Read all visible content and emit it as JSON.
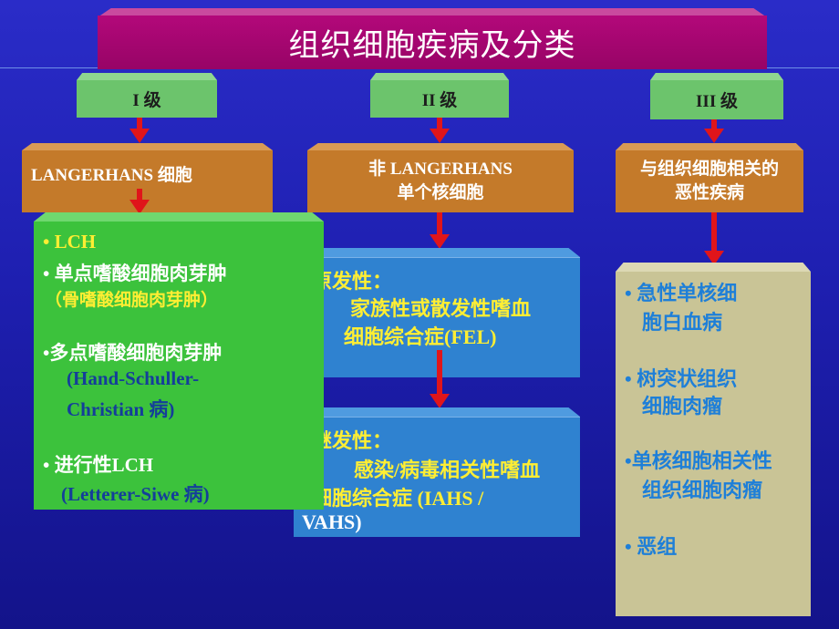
{
  "title": "组织细胞疾病及分类",
  "levels": [
    "I  级",
    "II  级",
    "III  级"
  ],
  "categories": [
    "LANGERHANS 细胞",
    "非 LANGERHANS",
    "单个核细胞",
    "与组织细胞相关的",
    "恶性疾病"
  ],
  "lch_list": {
    "l1": "• LCH",
    "l2": "• 单点嗜酸细胞肉芽肿",
    "l3": "（骨嗜酸细胞肉芽肿）",
    "l4": "•多点嗜酸细胞肉芽肿",
    "l5": "(Hand-Schuller-",
    "l6": "Christian 病)",
    "l7": "• 进行性LCH",
    "l8": "(Letterer-Siwe 病)"
  },
  "primary": {
    "label": "原发性：",
    "l1": "家族性或散发性嗜血",
    "l2": "细胞综合症(FEL)"
  },
  "secondary": {
    "label": "继发性：",
    "l1": "感染/病毒相关性嗜血",
    "l2": "细胞综合症  (IAHS /",
    "l3": "VAHS)"
  },
  "malignant_list": {
    "l1": "• 急性单核细",
    "l2": "胞白血病",
    "l3": "• 树突状组织",
    "l4": "细胞肉瘤",
    "l5": "•单核细胞相关性",
    "l6": "组织细胞肉瘤",
    "l7": "• 恶组"
  },
  "colors": {
    "background": "#1e1fb0",
    "title_bar": "#a5066f",
    "level_box": "#6cc46c",
    "category_box": "#c47a2a",
    "blue_panel": "#2f82d0",
    "green_panel": "#3cc23c",
    "tan_panel": "#c9c496",
    "arrow": "#e0151a",
    "highlight_text": "#ffee33"
  }
}
